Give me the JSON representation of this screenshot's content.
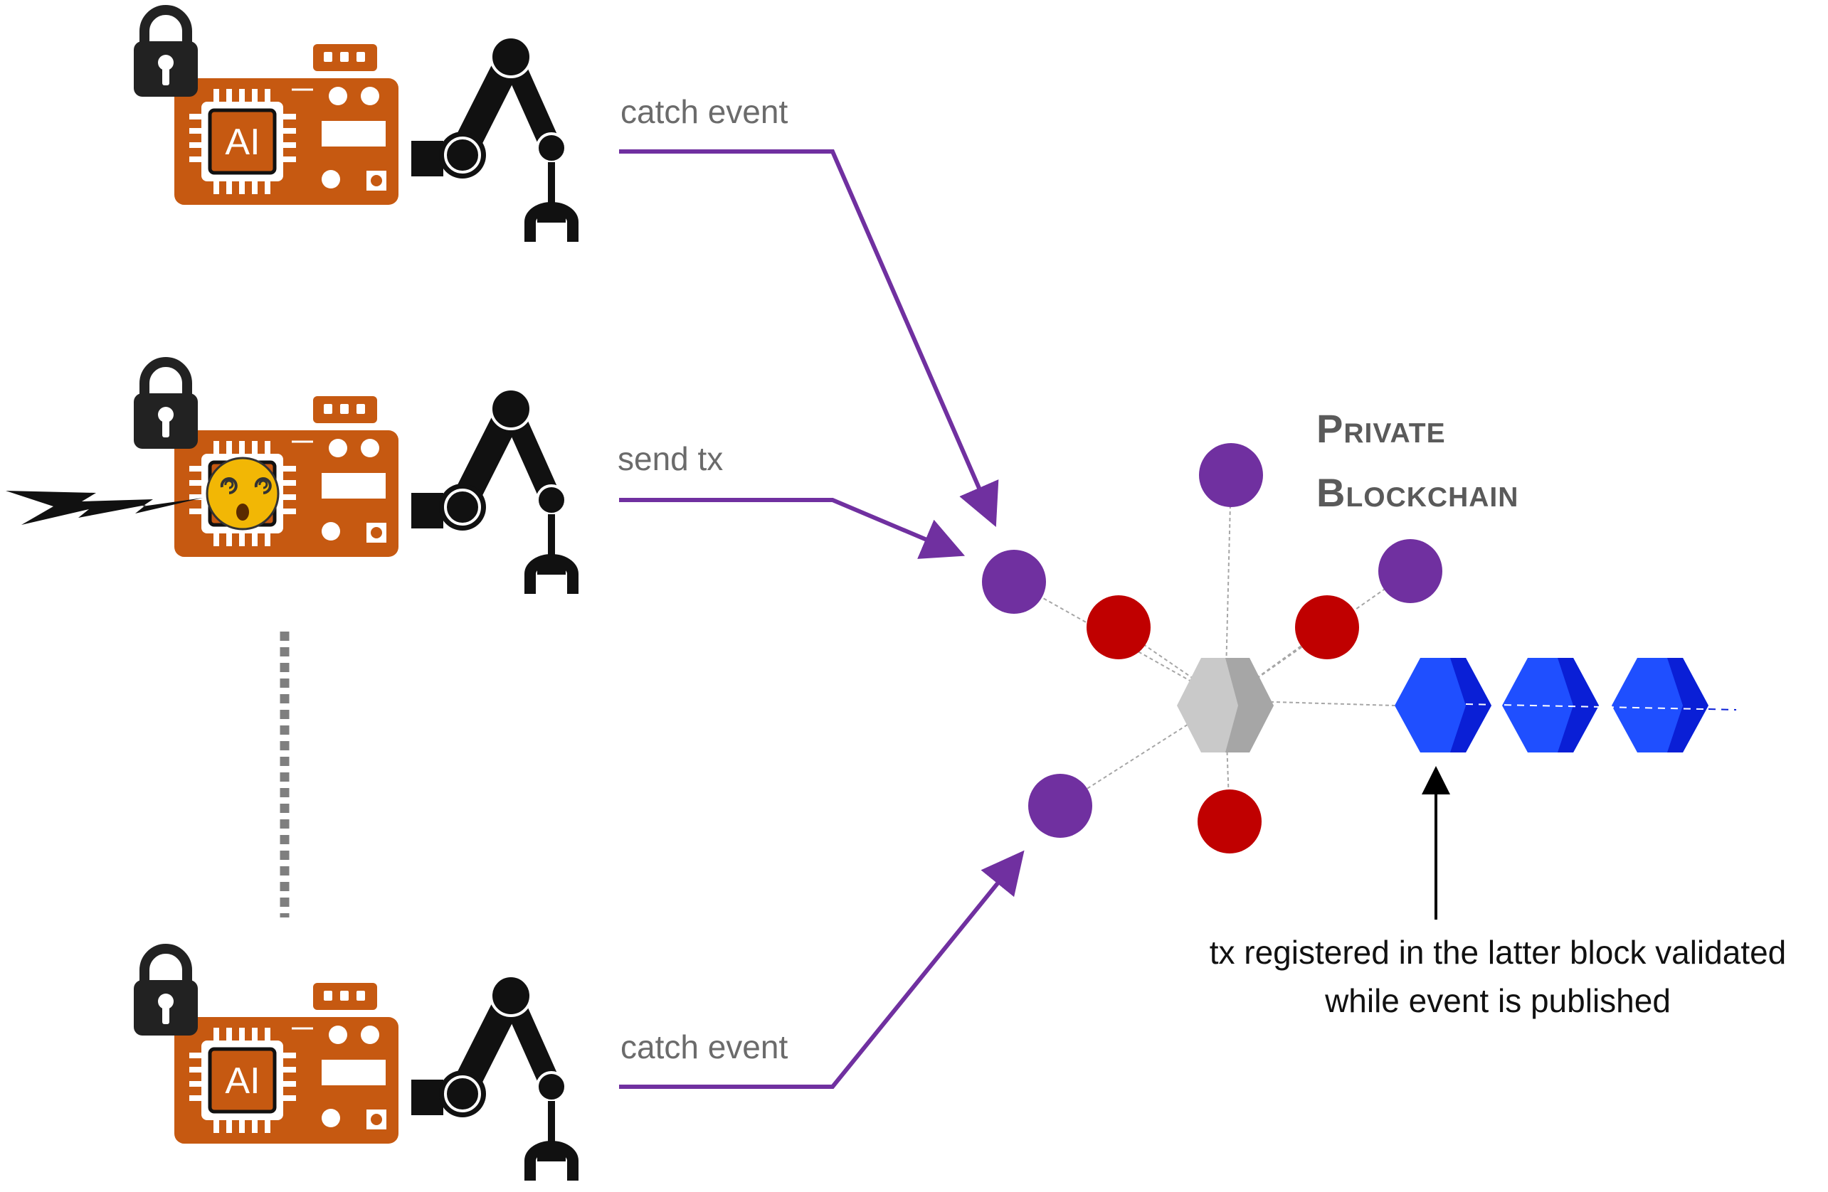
{
  "labels": {
    "top_arrow": "catch event",
    "middle_arrow": "send tx",
    "bottom_arrow": "catch event"
  },
  "blockchain": {
    "title_line1": "Private",
    "title_line2": "Blockchain"
  },
  "annotation": {
    "line1": "tx registered in the latter block validated",
    "line2": "while event is published"
  },
  "devices": [
    {
      "chip": "AI",
      "state": "normal"
    },
    {
      "chip": "dizzy-face",
      "state": "attacked"
    },
    {
      "chip": "AI",
      "state": "normal"
    }
  ],
  "colors": {
    "arrow": "#7030a0",
    "board": "#c65911",
    "node_purple": "#7030a0",
    "node_red": "#c00000",
    "hub": "#bfbfbf",
    "block": "#1f4fff",
    "block_dark": "#0a1fd6"
  }
}
